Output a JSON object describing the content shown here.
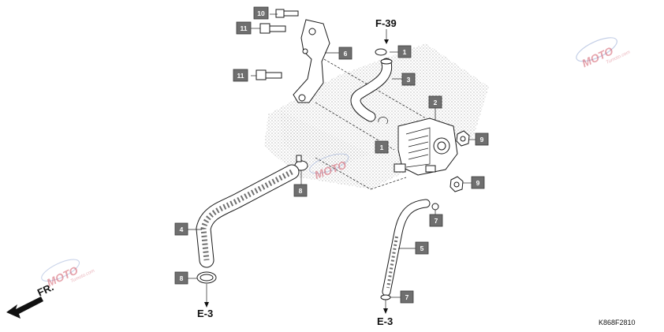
{
  "callouts": {
    "c1": "10",
    "c2": "11",
    "c3": "6",
    "c4": "11",
    "c5": "1",
    "c6": "3",
    "c7": "2",
    "c8": "1",
    "c9": "9",
    "c10": "8",
    "c11": "9",
    "c12": "4",
    "c13": "7",
    "c14": "5",
    "c15": "8",
    "c16": "7"
  },
  "refs": {
    "f39": "F-39",
    "e3_left": "E-3",
    "e3_right": "E-3",
    "front": "FR."
  },
  "diagram_code": "K868F2810",
  "watermark": {
    "logo_text": "MOTO",
    "sub_text": "Tumoto.com"
  },
  "colors": {
    "callout_fill": "#6f6f6f",
    "line": "#1a1a1a",
    "watermark": "#d25a6a"
  }
}
